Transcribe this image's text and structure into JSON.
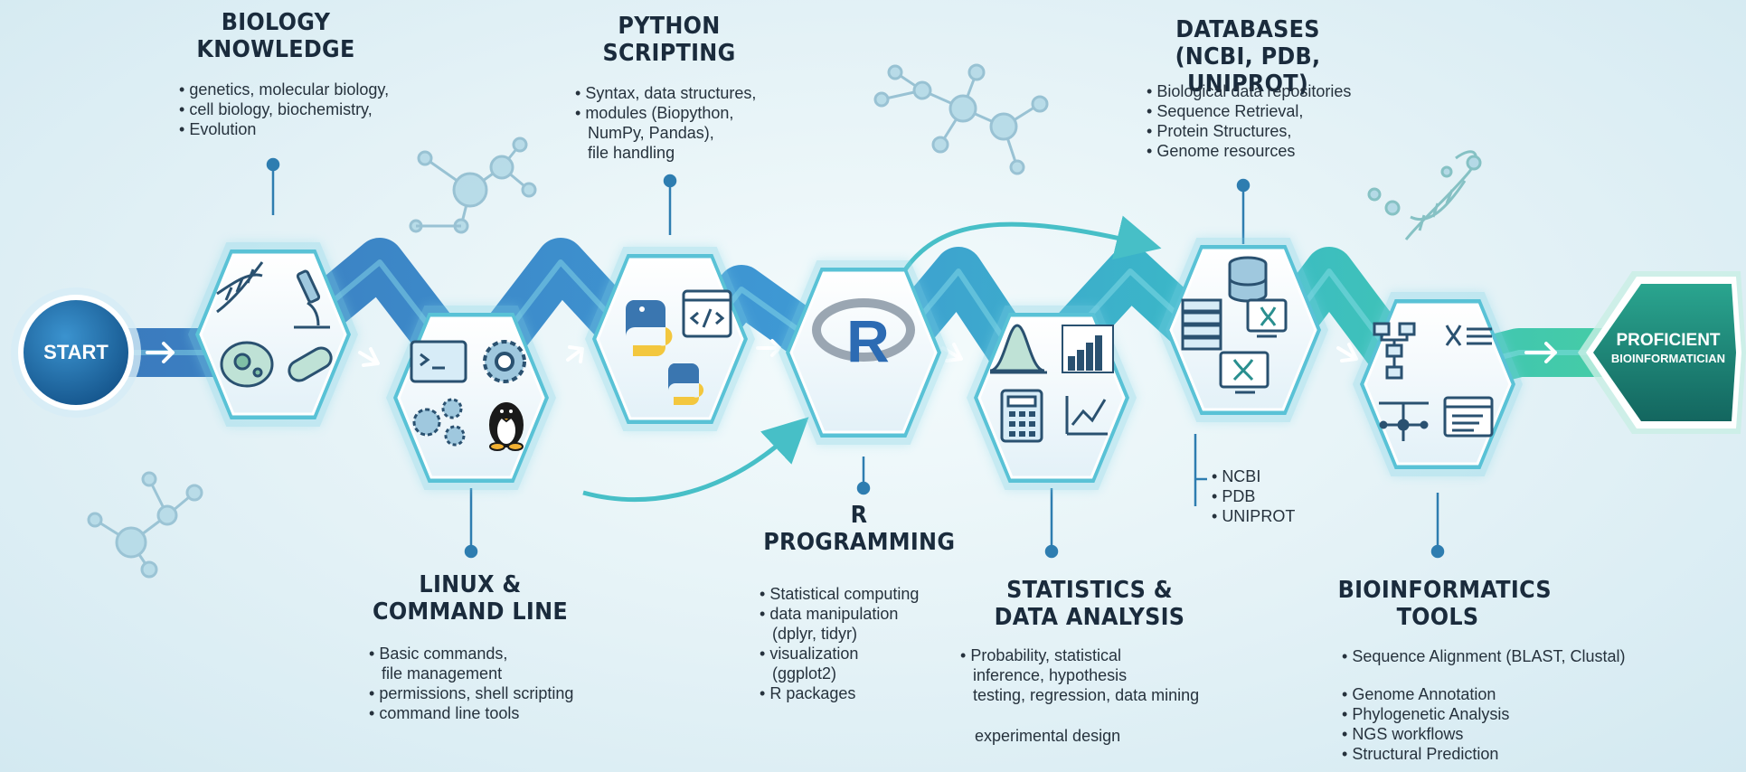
{
  "start": "START",
  "end": [
    "PROFICIENT",
    "BIOINFORMATICIAN"
  ],
  "stages": {
    "biology": {
      "title": [
        "BIOLOGY",
        "KNOWLEDGE"
      ],
      "bullets": [
        {
          "type": "b",
          "text": "genetics, molecular biology,"
        },
        {
          "type": "b",
          "text": "cell biology, biochemistry,"
        },
        {
          "type": "b",
          "text": "Evolution"
        }
      ],
      "icons": [
        "dna-icon",
        "microscope-icon",
        "cell-icon",
        "bacteria-icon"
      ]
    },
    "linux": {
      "title": [
        "LINUX &",
        "COMMAND LINE"
      ],
      "bullets": [
        {
          "type": "b",
          "text": "Basic commands,"
        },
        {
          "type": "c",
          "text": "file management"
        },
        {
          "type": "b",
          "text": "permissions, shell scripting"
        },
        {
          "type": "b",
          "text": "command line tools"
        }
      ],
      "icons": [
        "terminal-icon",
        "gear-icon",
        "gears-icon",
        "tux-penguin-icon"
      ]
    },
    "python": {
      "title": [
        "PYTHON",
        "SCRIPTING"
      ],
      "bullets": [
        {
          "type": "b",
          "text": "Syntax, data structures,"
        },
        {
          "type": "b",
          "text": "modules (Biopython,"
        },
        {
          "type": "c",
          "text": "NumPy, Pandas),"
        },
        {
          "type": "c",
          "text": "file handling"
        }
      ],
      "icons": [
        "python-logo-icon",
        "code-window-icon",
        "python-logo-small-icon"
      ]
    },
    "r": {
      "title": [
        "R",
        "PROGRAMMING"
      ],
      "bullets": [
        {
          "type": "b",
          "text": "Statistical computing"
        },
        {
          "type": "b",
          "text": "data manipulation"
        },
        {
          "type": "c",
          "text": "(dplyr, tidyr)"
        },
        {
          "type": "b",
          "text": "visualization"
        },
        {
          "type": "c",
          "text": "(ggplot2)"
        },
        {
          "type": "b",
          "text": "R packages"
        }
      ],
      "icons": [
        "r-logo-icon"
      ]
    },
    "stats": {
      "title": [
        "STATISTICS &",
        "DATA ANALYSIS"
      ],
      "bullets": [
        {
          "type": "b",
          "text": "Probability, statistical"
        },
        {
          "type": "c",
          "text": "inference, hypothesis"
        },
        {
          "type": "c",
          "text": "testing, regression, data mining"
        }
      ],
      "extra": "experimental design",
      "icons": [
        "bell-curve-icon",
        "bar-chart-icon",
        "calculator-icon",
        "line-chart-icon"
      ]
    },
    "databases": {
      "title": [
        "DATABASES",
        "(NCBI, PDB, UNIPROT)"
      ],
      "bullets": [
        {
          "type": "b",
          "text": "Biological data repositories"
        },
        {
          "type": "b",
          "text": "Sequence Retrieval,"
        },
        {
          "type": "b",
          "text": "Protein Structures,"
        },
        {
          "type": "b",
          "text": "Genome resources"
        }
      ],
      "list": [
        "NCBI",
        "PDB",
        "UNIPROT"
      ],
      "icons": [
        "database-icon",
        "server-icon",
        "monitor-dna-icon",
        "computer-dna-icon"
      ]
    },
    "tools": {
      "title": [
        "BIOINFORMATICS",
        "TOOLS"
      ],
      "bullets": [
        {
          "type": "b",
          "text": "Sequence Alignment (BLAST, Clustal)"
        },
        {
          "type": "b",
          "text": "Genome Annotation"
        },
        {
          "type": "b",
          "text": "Phylogenetic Analysis"
        },
        {
          "type": "b",
          "text": "NGS workflows"
        },
        {
          "type": "b",
          "text": "Structural Prediction"
        }
      ],
      "icons": [
        "flowchart-icon",
        "dna-list-icon",
        "phylogenetic-tree-icon",
        "document-window-icon"
      ]
    }
  },
  "colors": {
    "path_blue": "#2f7fc4",
    "path_teal": "#3cc2b8",
    "hex_fill": "#f4fafd",
    "start_fill": "#1f6fa8",
    "end_fill": "#1f8e7e"
  }
}
